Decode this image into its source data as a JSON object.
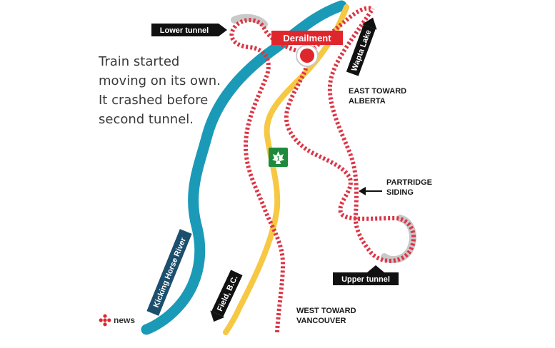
{
  "annotation": {
    "lines": [
      "Train started",
      "moving on its own.",
      "It crashed before",
      "second tunnel."
    ]
  },
  "labels": {
    "lower_tunnel": "Lower tunnel",
    "upper_tunnel": "Upper tunnel",
    "derailment": "Derailment",
    "wapta_lake": "Wapta Lake",
    "field_bc": "Field, B.C.",
    "river": "Kicking Horse River",
    "east": [
      "EAST TOWARD",
      "ALBERTA"
    ],
    "partridge": [
      "PARTRIDGE",
      "SIDING"
    ],
    "west": [
      "WEST TOWARD",
      "VANCOUVER"
    ],
    "highway_number": "1"
  },
  "logo": {
    "text": "news"
  },
  "colors": {
    "river": "#1b9ab7",
    "highway": "#f6c843",
    "rail": "#dc3545",
    "tunnel": "#c9c9c9",
    "derailment": "#e0262d",
    "callout": "#111111",
    "highway_sign": "#1e8a3c"
  },
  "icons": {
    "derailment_marker": "crash-site-dot",
    "highway_shield": "trans-canada-highway-shield",
    "logo": "cbc-gem-icon"
  }
}
